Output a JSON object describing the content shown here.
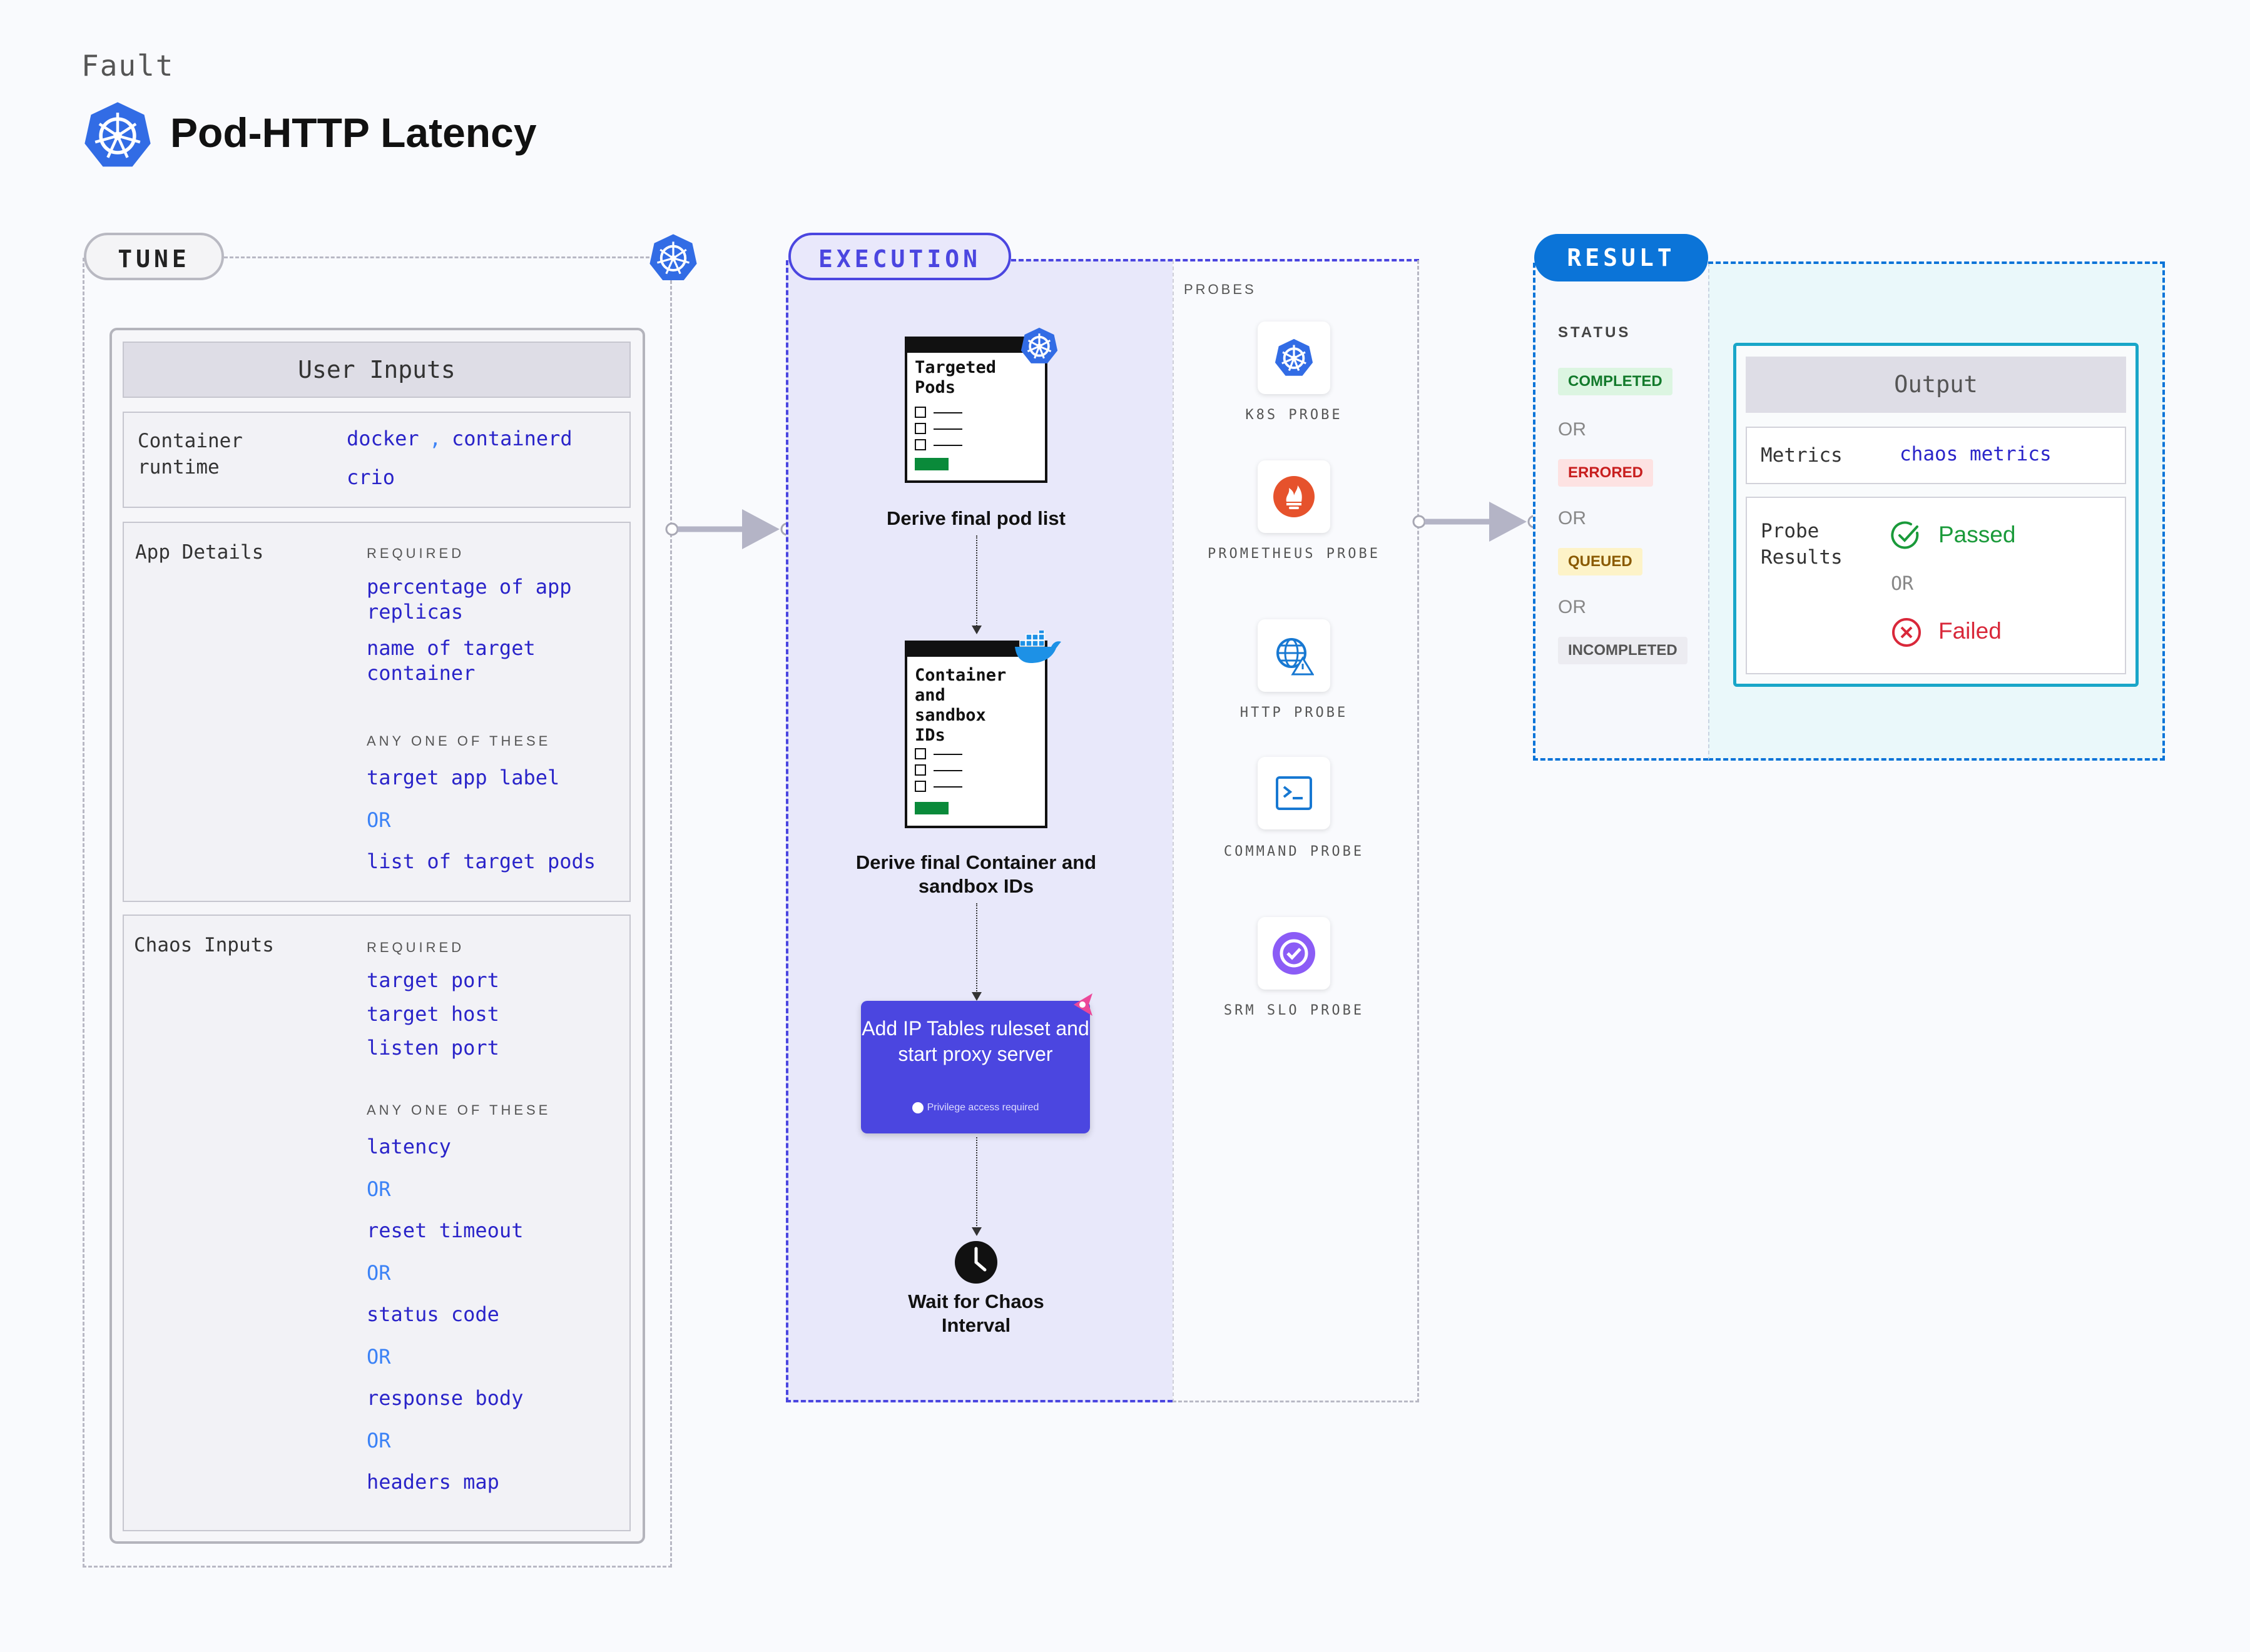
{
  "header": {
    "kicker": "Fault",
    "title": "Pod-HTTP Latency"
  },
  "tune": {
    "pill": "TUNE",
    "user_inputs": "User Inputs",
    "runtime": {
      "key": "Container runtime",
      "values": [
        "docker",
        ",",
        "containerd",
        "crio"
      ]
    },
    "app_details": {
      "key": "App Details",
      "required_label": "REQUIRED",
      "required": [
        "percentage of app replicas",
        "name of target container"
      ],
      "any_label": "ANY ONE OF THESE",
      "any": [
        "target app label",
        "list of target pods"
      ],
      "or": "OR"
    },
    "chaos_inputs": {
      "key": "Chaos Inputs",
      "required_label": "REQUIRED",
      "required": [
        "target port",
        "target host",
        "listen port"
      ],
      "any_label": "ANY ONE OF THESE",
      "any": [
        "latency",
        "reset timeout",
        "status code",
        "response body",
        "headers map"
      ],
      "or": "OR"
    }
  },
  "execution": {
    "pill": "EXECUTION",
    "doc1_title": "Targeted Pods",
    "step1": "Derive final pod list",
    "doc2_title": "Container and sandbox IDs",
    "step2": "Derive final Container and sandbox IDs",
    "iptables": "Add IP Tables ruleset and start proxy server",
    "privilege": "Privilege access required",
    "step4": "Wait for Chaos Interval",
    "probes_label": "PROBES",
    "probes": [
      {
        "label": "K8S PROBE",
        "icon": "k8s-icon"
      },
      {
        "label": "PROMETHEUS PROBE",
        "icon": "prometheus-icon"
      },
      {
        "label": "HTTP PROBE",
        "icon": "http-icon"
      },
      {
        "label": "COMMAND PROBE",
        "icon": "terminal-icon"
      },
      {
        "label": "SRM SLO PROBE",
        "icon": "srm-slo-icon"
      }
    ]
  },
  "result": {
    "pill": "RESULT",
    "status_label": "STATUS",
    "statuses": [
      "COMPLETED",
      "ERRORED",
      "QUEUED",
      "INCOMPLETED"
    ],
    "or": "OR",
    "output_head": "Output",
    "metrics_key": "Metrics",
    "metrics_val": "chaos metrics",
    "probe_results_key": "Probe Results",
    "passed": "Passed",
    "failed": "Failed"
  },
  "colors": {
    "exec_accent": "#4b46e0",
    "result_accent": "#0b74d8",
    "value_text": "#2a24c9",
    "passed": "#1a9a3a",
    "failed": "#d9283a"
  }
}
